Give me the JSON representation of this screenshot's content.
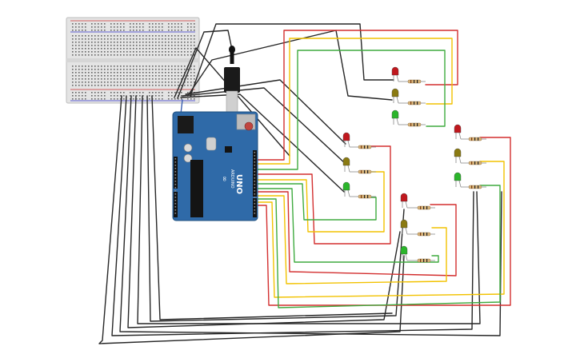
{
  "canvas": {
    "background": "#ffffff"
  },
  "colors": {
    "wire_red": "#d32f2f",
    "wire_yellow": "#f2c200",
    "wire_green": "#3faa3f",
    "wire_black": "#262626",
    "arduino_blue": "#2f6aa8",
    "breadboard": "#e6e6e6",
    "led_red": "#c0181e",
    "led_yellow": "#8a7a12",
    "led_green": "#2bb52b",
    "resistor": "#d8b47a"
  },
  "arduino": {
    "model_label": "UNO",
    "brand_label": "ARDUINO",
    "icon": "infinity-logo-icon"
  },
  "traffic_lights": [
    {
      "name": "light-1",
      "leds": [
        "red",
        "yellow",
        "green"
      ]
    },
    {
      "name": "light-2",
      "leds": [
        "red",
        "yellow",
        "green"
      ]
    },
    {
      "name": "light-3",
      "leds": [
        "red",
        "yellow",
        "green"
      ]
    },
    {
      "name": "light-4",
      "leds": [
        "red",
        "yellow",
        "green"
      ]
    }
  ]
}
